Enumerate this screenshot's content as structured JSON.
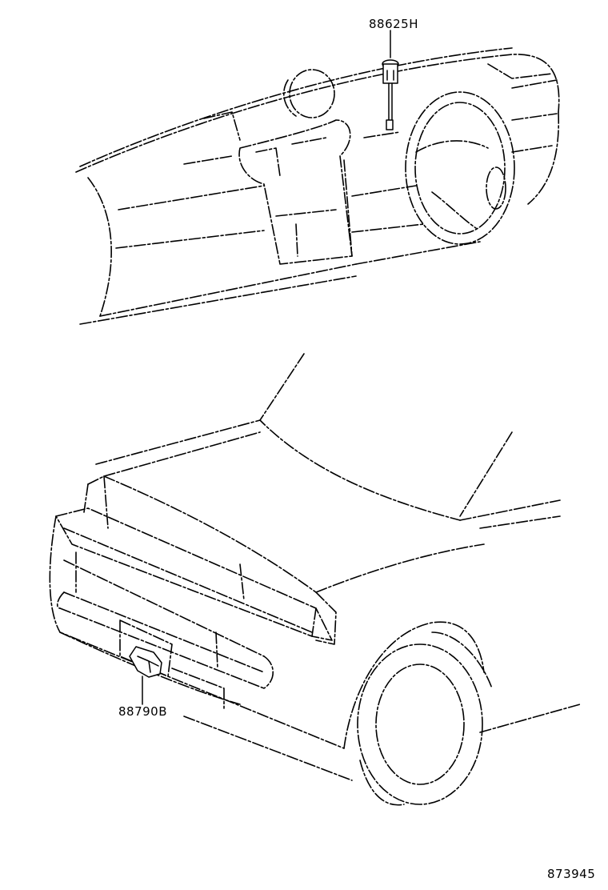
{
  "labels": {
    "part_top": "88625H",
    "part_bottom": "88790B",
    "diagram_id": "873945"
  },
  "colors": {
    "line": "#000000",
    "background": "#ffffff"
  }
}
